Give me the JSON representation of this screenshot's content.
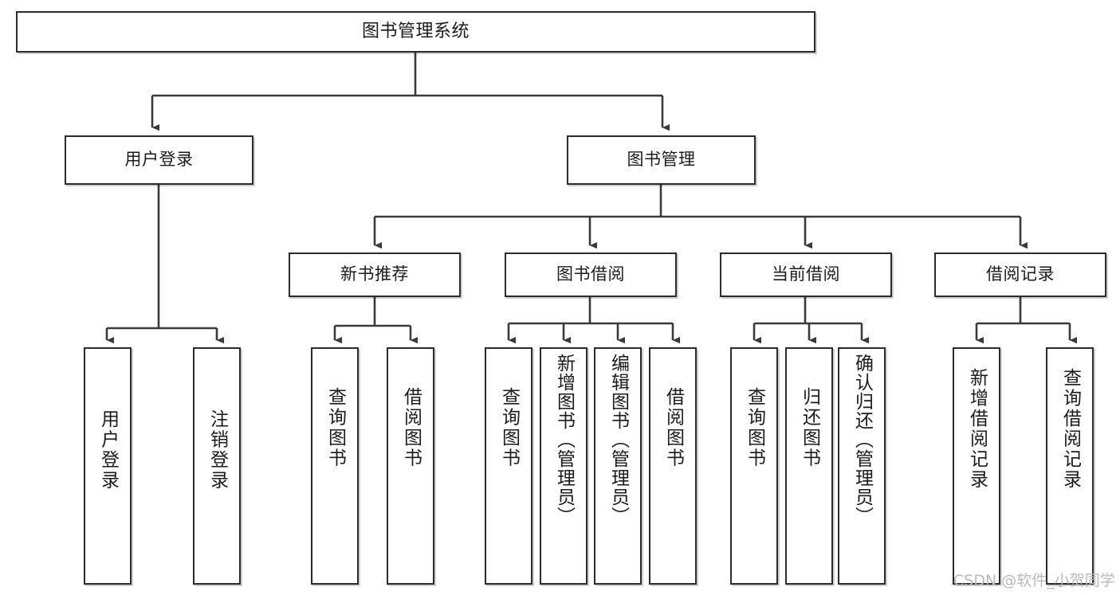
{
  "diagram": {
    "title": "图书管理系统",
    "type": "functional-structure-tree",
    "watermark": "CSDN @软件_小贺同学",
    "colors": {
      "box_border": "#2b2b2b",
      "box_fill": "#ffffff",
      "edge": "#3a3a3a",
      "background": "#ffffff",
      "watermark": "#b9b9b9"
    },
    "root": {
      "label": "图书管理系统"
    },
    "level2": [
      {
        "label": "用户登录"
      },
      {
        "label": "图书管理"
      }
    ],
    "level3": [
      {
        "label": "新书推荐"
      },
      {
        "label": "图书借阅"
      },
      {
        "label": "当前借阅"
      },
      {
        "label": "借阅记录"
      }
    ],
    "leaves": {
      "user_login": [
        {
          "label": "用户登录"
        },
        {
          "label": "注销登录"
        }
      ],
      "new_book_recommend": [
        {
          "label": "查询图书"
        },
        {
          "label": "借阅图书"
        }
      ],
      "book_borrow": [
        {
          "label": "查询图书"
        },
        {
          "label": "新增图书（管理员）"
        },
        {
          "label": "编辑图书（管理员）"
        },
        {
          "label": "借阅图书"
        }
      ],
      "current_borrow": [
        {
          "label": "查询图书"
        },
        {
          "label": "归还图书"
        },
        {
          "label": "确认归还（管理员）"
        }
      ],
      "borrow_record": [
        {
          "label": "新增借阅记录"
        },
        {
          "label": "查询借阅记录"
        }
      ]
    }
  }
}
